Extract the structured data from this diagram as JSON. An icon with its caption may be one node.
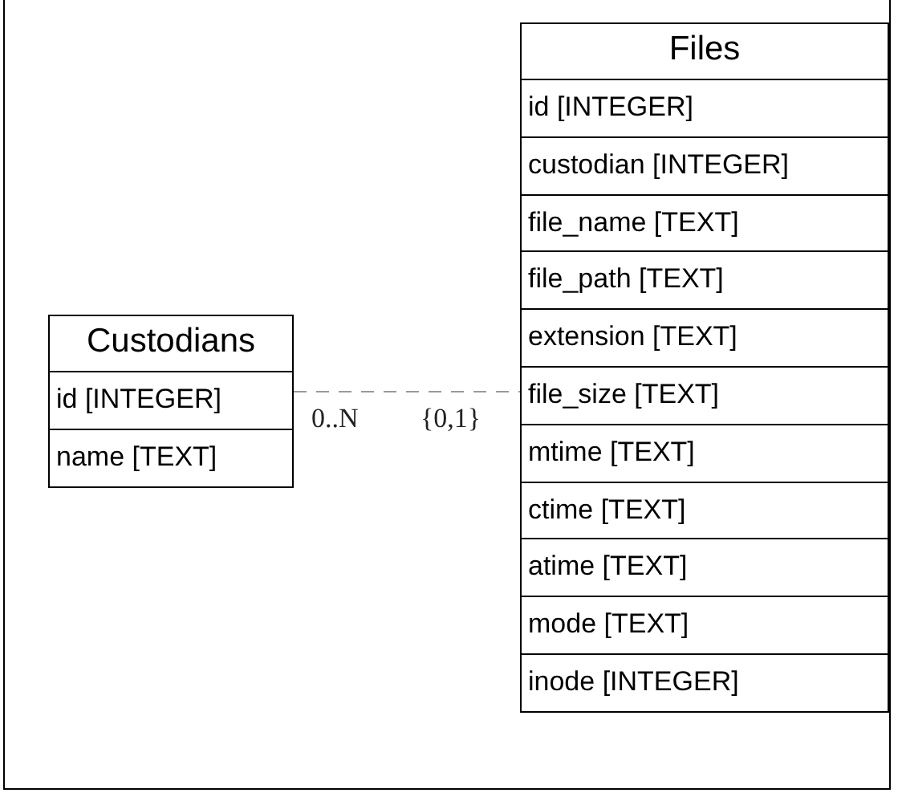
{
  "diagram": {
    "nodes": [
      {
        "text": [
          "Custodians",
          "id [INTEGER]",
          "name [TEXT]"
        ]
      },
      {
        "text": [
          "Files",
          "id [INTEGER]",
          "custodian [INTEGER]",
          "file_name [TEXT]",
          "file_path [TEXT]",
          "extension [TEXT]",
          "file_size [TEXT]",
          "mtime [TEXT]",
          "ctime [TEXT]",
          "atime [TEXT]",
          "mode [TEXT]",
          "inode [INTEGER]"
        ]
      }
    ],
    "edges": [
      {
        "from": 0,
        "to": 1,
        "arrow": "none",
        "style": "dashed"
      }
    ],
    "labels": [
      "0..N",
      "{0,1}"
    ]
  }
}
